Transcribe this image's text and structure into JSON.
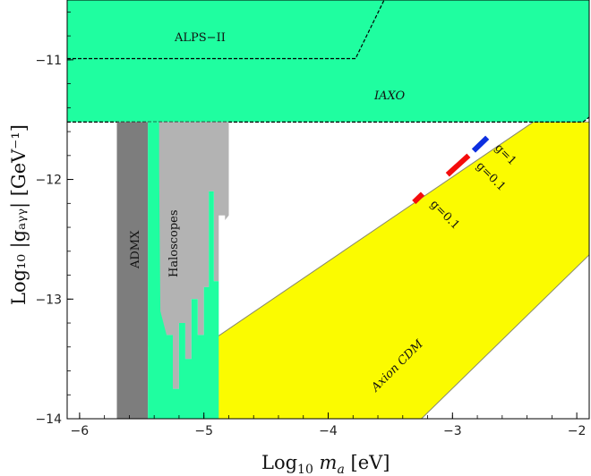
{
  "chart_data": {
    "type": "area",
    "xlabel_main": "Log",
    "xlabel_sub": "10",
    "xlabel_var": "m",
    "xlabel_var_sub": "a",
    "xlabel_unit": "[eV]",
    "ylabel": "Log₁₀ |gₐᵧᵧ| [GeV⁻¹]",
    "xlim": [
      -6.1,
      -1.9
    ],
    "ylim": [
      -14,
      -10.5
    ],
    "x_ticks": [
      {
        "value": -6,
        "label": "−6"
      },
      {
        "value": -5,
        "label": "−5"
      },
      {
        "value": -4,
        "label": "−4"
      },
      {
        "value": -3,
        "label": "−3"
      },
      {
        "value": -2,
        "label": "−2"
      }
    ],
    "y_ticks": [
      {
        "value": -11,
        "label": "−11"
      },
      {
        "value": -12,
        "label": "−12"
      },
      {
        "value": -13,
        "label": "−13"
      },
      {
        "value": -14,
        "label": "−14"
      }
    ],
    "colors": {
      "iaxo": "#1ffea0",
      "axion_cdm": "#fbfb00",
      "admx": "#7d7d7d",
      "haloscopes": "#b3b3b3",
      "g1": "#0d2fe0",
      "g01": "#f40c0c"
    },
    "regions": [
      {
        "label": "IAXO",
        "boundary": [
          [
            -6.1,
            -11.52
          ],
          [
            -1.95,
            -11.52
          ],
          [
            -1.9,
            -11.48
          ]
        ]
      },
      {
        "label": "ALPS−II",
        "boundary": [
          [
            -6.1,
            -10.99
          ],
          [
            -3.78,
            -10.99
          ],
          [
            -3.55,
            -10.5
          ]
        ]
      },
      {
        "label": "ADMX",
        "x_range": [
          -5.7,
          -5.45
        ],
        "y_range": [
          -14,
          -11.52
        ]
      },
      {
        "label": "Haloscopes",
        "x_range": [
          -5.45,
          -4.8
        ],
        "y_range": [
          -14,
          -11.52
        ]
      },
      {
        "label": "Axion CDM",
        "band": [
          [
            -4.9,
            -13.32
          ],
          [
            -2.35,
            -11.52
          ],
          [
            -1.9,
            -11.52
          ],
          [
            -1.9,
            -12.63
          ],
          [
            -3.25,
            -14
          ],
          [
            -4.9,
            -14
          ]
        ]
      }
    ],
    "segments": [
      {
        "label": "g=1",
        "x": [
          -2.83,
          -2.72
        ],
        "y": [
          -11.76,
          -11.65
        ]
      },
      {
        "label": "g=0.1",
        "x": [
          -3.04,
          -2.87
        ],
        "y": [
          -11.96,
          -11.8
        ]
      },
      {
        "label": "g=0.1",
        "x": [
          -3.31,
          -3.24
        ],
        "y": [
          -12.19,
          -12.12
        ]
      }
    ]
  }
}
